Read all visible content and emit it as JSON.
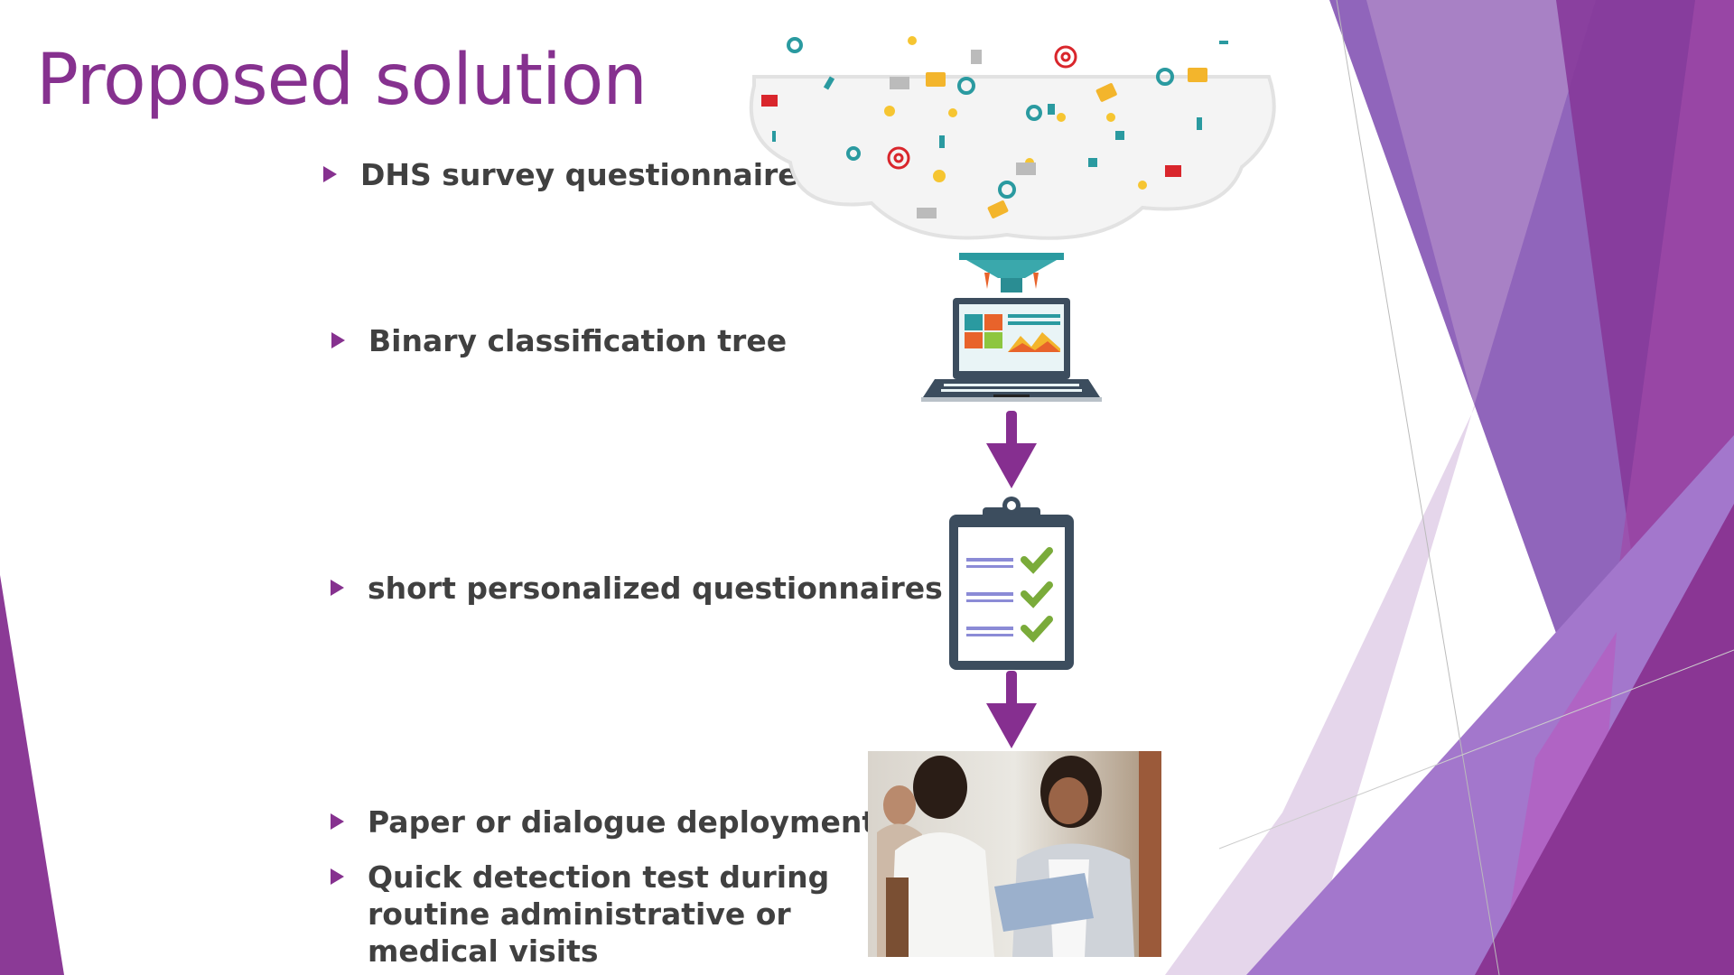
{
  "slide": {
    "title": "Proposed solution",
    "bullets": [
      {
        "text": "DHS survey questionnaire"
      },
      {
        "text": "Binary classification tree"
      },
      {
        "text": "short personalized questionnaires"
      },
      {
        "text": "Paper or dialogue deployment"
      },
      {
        "lines": [
          "Quick detection test during",
          "routine administrative or",
          "medical visits"
        ]
      }
    ]
  },
  "colors": {
    "accent": "#86318f",
    "text": "#404040",
    "arrow": "#862f90"
  }
}
